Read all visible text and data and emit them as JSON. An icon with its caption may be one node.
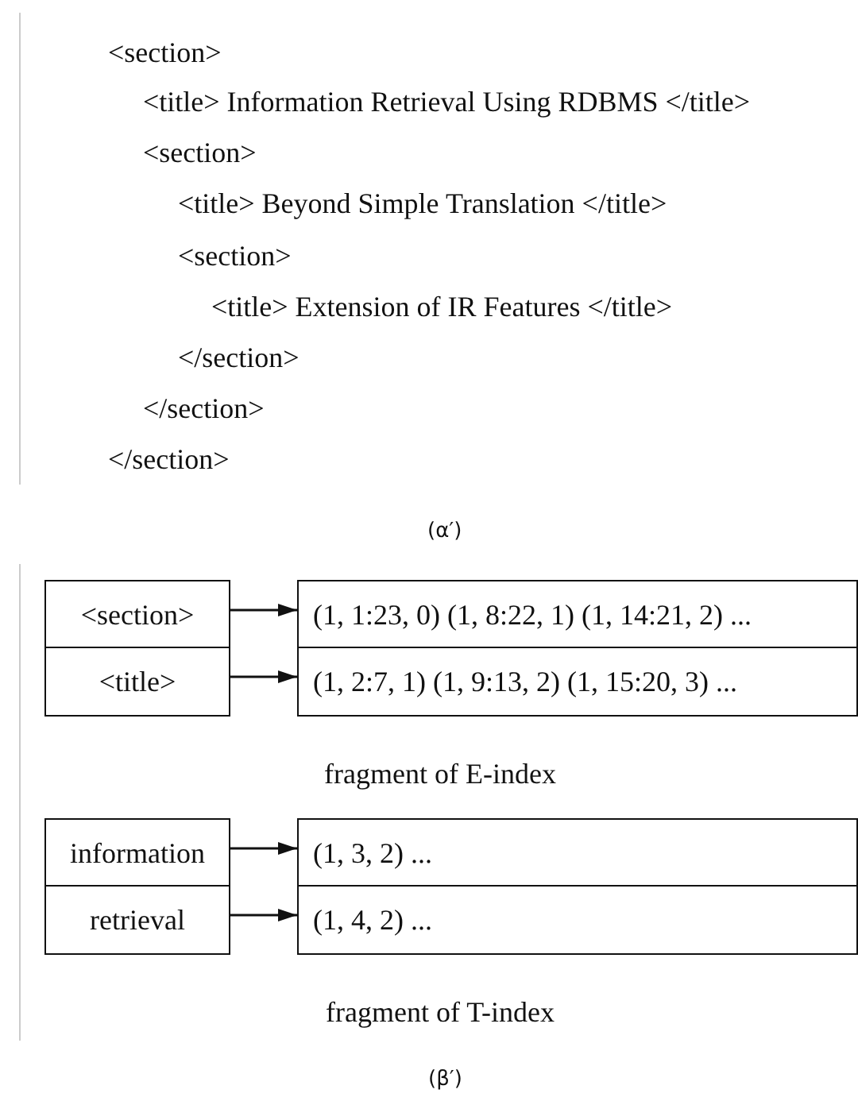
{
  "diagram": {
    "nodes": [
      {
        "text": [
          "<section>"
        ]
      },
      {
        "text": [
          "(1, 1:23, 0) (1, 8:22, 1) (1, 14:21, 2) ..."
        ]
      },
      {
        "text": [
          "<title>"
        ]
      },
      {
        "text": [
          "(1, 2:7, 1) (1, 9:13, 2) (1, 15:20, 3) ..."
        ]
      },
      {
        "text": [
          "information"
        ]
      },
      {
        "text": [
          "(1, 3, 2) ..."
        ]
      },
      {
        "text": [
          "retrieval"
        ]
      },
      {
        "text": [
          "(1, 4, 2) ..."
        ]
      }
    ],
    "edges": [
      {
        "from": 0,
        "to": 1,
        "arrow": "to"
      },
      {
        "from": 2,
        "to": 3,
        "arrow": "to"
      },
      {
        "from": 4,
        "to": 5,
        "arrow": "to"
      },
      {
        "from": 6,
        "to": 7,
        "arrow": "to"
      }
    ],
    "labels": [
      "<section>",
      "<title> Information Retrieval Using RDBMS </title>",
      "<section>",
      "<title> Beyond Simple Translation </title>",
      "<section>",
      "<title> Extension of IR Features </title>",
      "</section>",
      "</section>",
      "</section>",
      "(α′)",
      "fragment of E-index",
      "fragment of T-index",
      "(β′)"
    ]
  }
}
